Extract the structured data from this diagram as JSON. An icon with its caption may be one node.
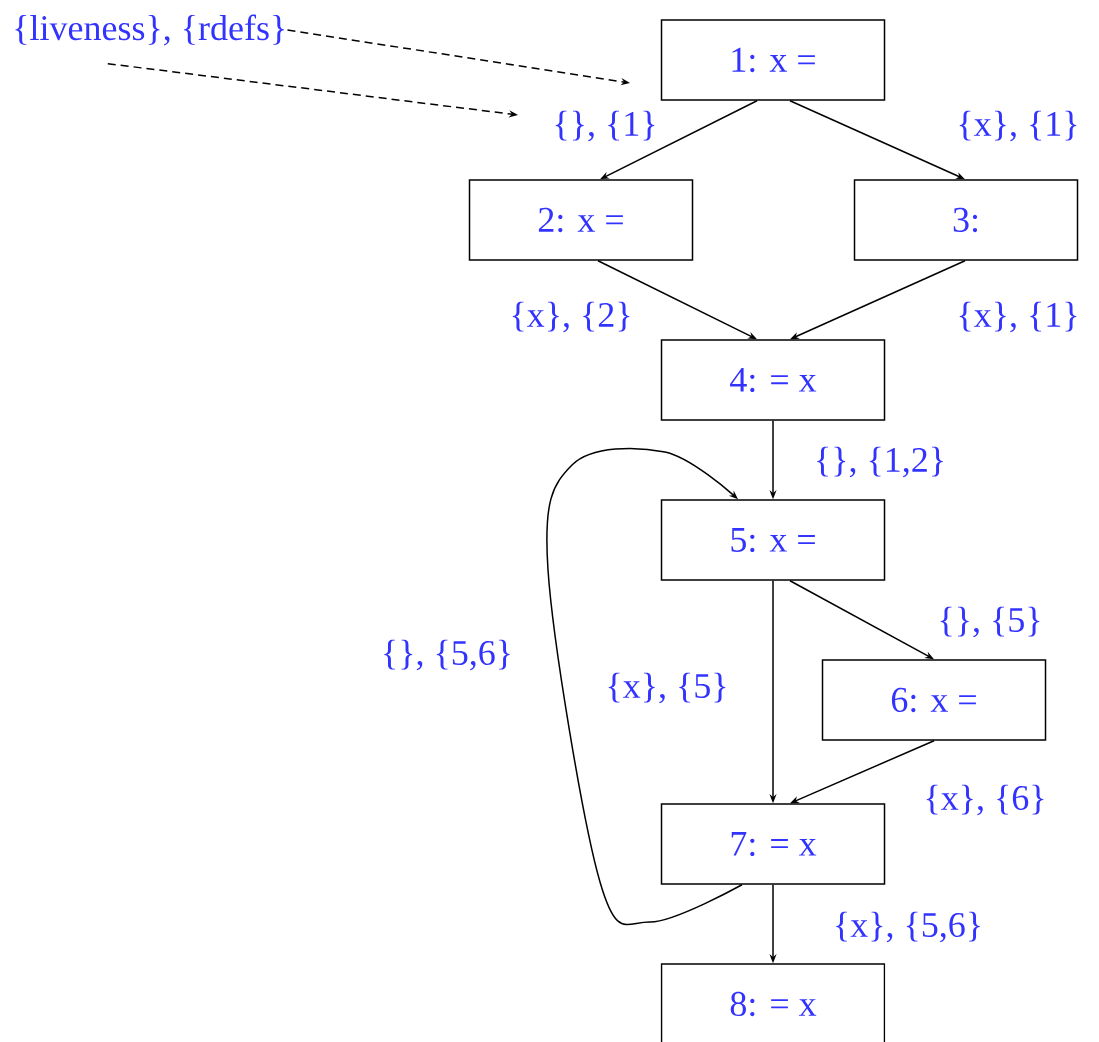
{
  "diagram": {
    "nodes": [
      {
        "text": [
          "{liveness}, {rdefs}"
        ]
      },
      {
        "text": [
          "1: x ="
        ]
      },
      {
        "text": [
          "2: x ="
        ]
      },
      {
        "text": [
          "3:"
        ]
      },
      {
        "text": [
          "4: = x"
        ]
      },
      {
        "text": [
          "5: x ="
        ]
      },
      {
        "text": [
          "6: x ="
        ]
      },
      {
        "text": [
          "7: = x"
        ]
      },
      {
        "text": [
          "8: = x"
        ]
      }
    ],
    "edges": [
      {
        "from": 0,
        "to": null,
        "arrow": "to",
        "style": "dashed"
      },
      {
        "from": 0,
        "to": null,
        "arrow": "to",
        "style": "dashed"
      },
      {
        "from": 1,
        "to": 2,
        "arrow": "to",
        "label": "{}, {1}"
      },
      {
        "from": 1,
        "to": 3,
        "arrow": "to",
        "label": "{x}, {1}"
      },
      {
        "from": 2,
        "to": 4,
        "arrow": "to",
        "label": "{x}, {2}"
      },
      {
        "from": 3,
        "to": 4,
        "arrow": "to",
        "label": "{x}, {1}"
      },
      {
        "from": 4,
        "to": 5,
        "arrow": "to",
        "label": "{}, {1,2}"
      },
      {
        "from": 5,
        "to": 6,
        "arrow": "to",
        "label": "{}, {5}"
      },
      {
        "from": 5,
        "to": 7,
        "arrow": "to",
        "label": "{x}, {5}"
      },
      {
        "from": 6,
        "to": 7,
        "arrow": "to",
        "label": "{x}, {6}"
      },
      {
        "from": 7,
        "to": 5,
        "arrow": "to",
        "label": "{}, {5,6}"
      },
      {
        "from": 7,
        "to": 8,
        "arrow": "to",
        "label": "{x}, {5,6}"
      }
    ]
  }
}
